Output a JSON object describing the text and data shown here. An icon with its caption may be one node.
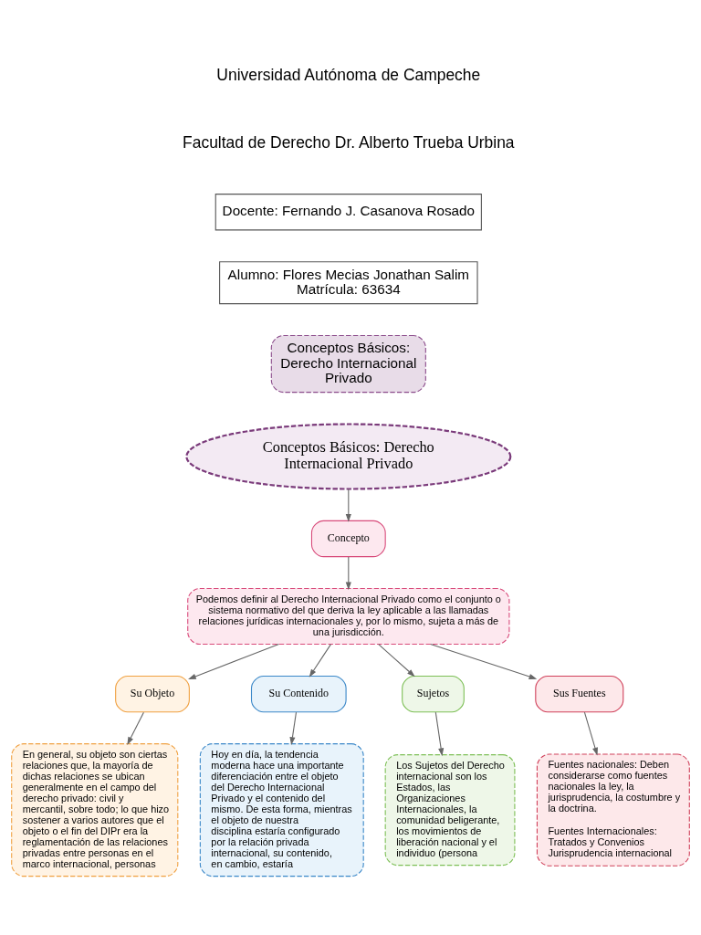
{
  "diagram": {
    "nodes": [
      {
        "text": [
          "Docente: Fernando J. Casanova Rosado"
        ]
      },
      {
        "text": [
          "Alumno: Flores Mecias Jonathan Salim",
          "Matrícula: 63634"
        ]
      },
      {
        "text": [
          "Conceptos Básicos: Derecho Internacional Privado"
        ]
      },
      {
        "text": [
          "Conceptos Básicos: Derecho Internacional Privado"
        ]
      },
      {
        "text": [
          "Concepto"
        ]
      },
      {
        "text": [
          "Podemos definir al Derecho Internacional Privado como el conjunto o sistema normativo del que deriva la ley aplicable a las llamadas relaciones jurídicas internacionales y, por lo mismo, sujeta a más de una jurisdicción."
        ]
      },
      {
        "text": [
          "Su Objeto"
        ]
      },
      {
        "text": [
          "Su Contenido"
        ]
      },
      {
        "text": [
          "Sujetos"
        ]
      },
      {
        "text": [
          "Sus Fuentes"
        ]
      },
      {
        "text": [
          "En general, su objeto son ciertas relaciones que, la mayoría de dichas relaciones se ubican generalmente en el campo del derecho privado: civil y mercantil, sobre todo; lo que hizo sostener a varios autores que el objeto o el fin del DIPr era la reglamentación de las relaciones privadas entre personas en el marco internacional, personas"
        ]
      },
      {
        "text": [
          "Hoy en día, la tendencia moderna hace una importante diferenciación entre el objeto del Derecho Internacional Privado y el contenido del mismo. De esta forma, mientras el objeto de nuestra disciplina estaría configurado por la relación privada internacional, su contenido, en cambio, estaría"
        ]
      },
      {
        "text": [
          "Los Sujetos del Derecho internacional son los Estados, las Organizaciones Internacionales, la comunidad beligerante, los movimientos de liberación nacional y el individuo (persona"
        ]
      },
      {
        "text": [
          "Fuentes nacionales: Deben considerarse como fuentes nacionales la ley, la jurisprudencia, la costumbre y la doctrina.",
          "Fuentes Internacionales: Tratados y Convenios Jurisprudencia internacional"
        ]
      }
    ],
    "edges": [
      {
        "from": 3,
        "to": 4,
        "arrow": "to"
      },
      {
        "from": 4,
        "to": 5,
        "arrow": "to"
      },
      {
        "from": 5,
        "to": 6,
        "arrow": "to"
      },
      {
        "from": 5,
        "to": 7,
        "arrow": "to"
      },
      {
        "from": 5,
        "to": 8,
        "arrow": "to"
      },
      {
        "from": 5,
        "to": 9,
        "arrow": "to"
      },
      {
        "from": 6,
        "to": 10,
        "arrow": "to"
      },
      {
        "from": 7,
        "to": 11,
        "arrow": "to"
      },
      {
        "from": 8,
        "to": 12,
        "arrow": "to"
      },
      {
        "from": 9,
        "to": 13,
        "arrow": "to"
      }
    ],
    "labels": [
      "Universidad Autónoma de Campeche",
      "Facultad de Derecho Dr. Alberto Trueba Urbina"
    ]
  }
}
